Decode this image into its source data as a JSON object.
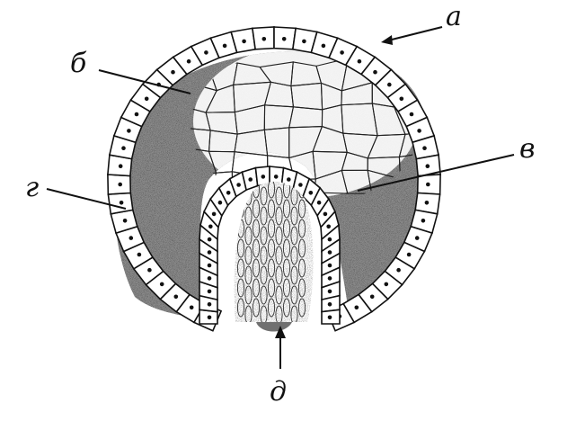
{
  "labels": {
    "a": "а",
    "b": "б",
    "v": "в",
    "g": "г",
    "d": "д"
  },
  "colors": {
    "ink": "#111111",
    "stipple": "#1a1a1a",
    "cell_fill": "#ffffff",
    "background": "#ffffff"
  }
}
